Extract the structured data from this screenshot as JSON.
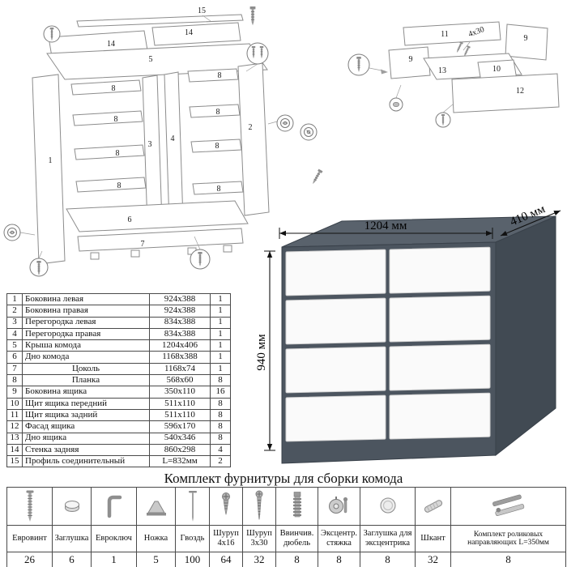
{
  "hardware_title": "Комплект фурнитуры для сборки комода",
  "dresser_dimensions": {
    "width": "1204 мм",
    "depth": "410 мм",
    "height": "940 мм"
  },
  "diagram": {
    "carcass_labels": [
      "15",
      "14",
      "14",
      "5",
      "8",
      "8",
      "8",
      "8",
      "8",
      "8",
      "8",
      "8",
      "1",
      "3",
      "4",
      "2",
      "6",
      "7"
    ],
    "drawer_labels": [
      "11",
      "4x30",
      "9",
      "9",
      "13",
      "10",
      "12"
    ]
  },
  "parts_table": {
    "rows": [
      {
        "num": "1",
        "name": "Боковина левая",
        "size": "924x388",
        "qty": "1"
      },
      {
        "num": "2",
        "name": "Боковина правая",
        "size": "924x388",
        "qty": "1"
      },
      {
        "num": "3",
        "name": "Перегородка левая",
        "size": "834x388",
        "qty": "1"
      },
      {
        "num": "4",
        "name": "Перегородка правая",
        "size": "834x388",
        "qty": "1"
      },
      {
        "num": "5",
        "name": "Крыша комода",
        "size": "1204x406",
        "qty": "1"
      },
      {
        "num": "6",
        "name": "Дно комода",
        "size": "1168x388",
        "qty": "1"
      },
      {
        "num": "7",
        "name": "Цоколь",
        "size": "1168x74",
        "qty": "1"
      },
      {
        "num": "8",
        "name": "Планка",
        "size": "568x60",
        "qty": "8"
      },
      {
        "num": "9",
        "name": "Боковина ящика",
        "size": "350x110",
        "qty": "16"
      },
      {
        "num": "10",
        "name": "Щит ящика передний",
        "size": "511x110",
        "qty": "8"
      },
      {
        "num": "11",
        "name": "Щит ящика задний",
        "size": "511x110",
        "qty": "8"
      },
      {
        "num": "12",
        "name": "Фасад ящика",
        "size": "596x170",
        "qty": "8"
      },
      {
        "num": "13",
        "name": "Дно ящика",
        "size": "540x346",
        "qty": "8"
      },
      {
        "num": "14",
        "name": "Стенка задняя",
        "size": "860x298",
        "qty": "4"
      },
      {
        "num": "15",
        "name": "Профиль соединительный",
        "size": "L=832мм",
        "qty": "2"
      }
    ]
  },
  "hardware_table": {
    "items": [
      {
        "icon": "euro-screw-icon",
        "label": "Евровинт",
        "qty": "26"
      },
      {
        "icon": "plug-icon",
        "label": "Заглушка",
        "qty": "6"
      },
      {
        "icon": "hex-key-icon",
        "label": "Евроключ",
        "qty": "1"
      },
      {
        "icon": "leg-icon",
        "label": "Ножка",
        "qty": "5"
      },
      {
        "icon": "nail-icon",
        "label": "Гвоздь",
        "qty": "100"
      },
      {
        "icon": "screw-4x16-icon",
        "label": "Шуруп 4x16",
        "qty": "64"
      },
      {
        "icon": "screw-3x30-icon",
        "label": "Шуруп 3x30",
        "qty": "32"
      },
      {
        "icon": "screw-in-dowel-icon",
        "label": "Ввинчив. дюбель",
        "qty": "8"
      },
      {
        "icon": "cam-lock-icon",
        "label": "Эксцентр. стяжка",
        "qty": "8"
      },
      {
        "icon": "cam-cover-icon",
        "label": "Заглушка для эксцентрика",
        "qty": "8"
      },
      {
        "icon": "wood-dowel-icon",
        "label": "Шкант",
        "qty": "32"
      },
      {
        "icon": "roller-guides-icon",
        "label": "Комплект роликовых направляющих L=350мм",
        "qty": "8"
      }
    ]
  }
}
